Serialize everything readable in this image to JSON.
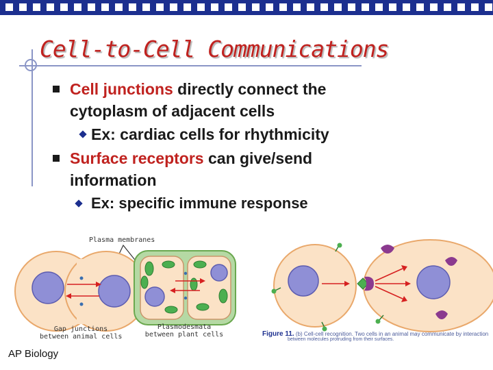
{
  "slide": {
    "title": "Cell-to-Cell Communications",
    "bullets": [
      {
        "highlight": "Cell junctions",
        "rest_line1": " directly connect the",
        "line2": "cytoplasm of adjacent cells"
      },
      {
        "text": "Ex: cardiac cells for rhythmicity"
      },
      {
        "highlight": "Surface receptors",
        "rest_line1": " can give/send",
        "line2": "information"
      },
      {
        "text": "Ex: specific immune response"
      }
    ],
    "footer": "AP Biology"
  },
  "figure": {
    "label_plasma": "Plasma membranes",
    "label_gap_line1": "Gap junctions",
    "label_gap_line2": "between animal cells",
    "label_plasmo_line1": "Plasmodesmata",
    "label_plasmo_line2": "between plant cells",
    "caption_figure": "Figure 11.",
    "caption_part": "(b) Cell-cell recognition.",
    "caption_text": "Two cells in an animal may communicate by interaction",
    "caption_text2": "between molecules protruding from their surfaces."
  },
  "colors": {
    "title": "#c0221f",
    "highlight": "#c0221f",
    "top_bar": "#1c2f8f",
    "cell_fill": "#fbe2c6",
    "nucleus": "#8f8fd6",
    "chloroplast": "#4caf50",
    "receptor": "#8b3a8f",
    "arrow": "#d62020"
  }
}
